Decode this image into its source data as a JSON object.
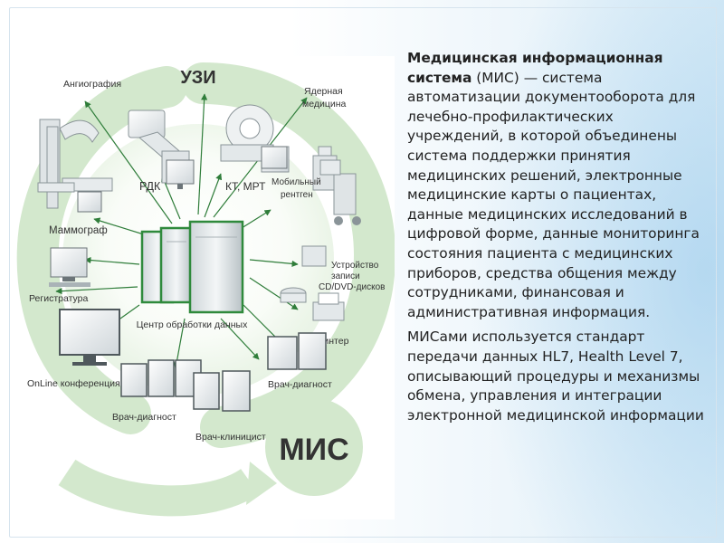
{
  "text": {
    "title": "Медицинская информационная система",
    "para1_rest": " (МИС) — система автоматизации документооборота для лечебно-профилактических учреждений, в которой объединены система поддержки принятия медицинских решений, электронные медицинские карты о пациентах, данные медицинских исследований в цифровой форме, данные мониторинга состояния пациента с медицинских приборов, средства общения между сотрудниками, финансовая и административная информация.",
    "para2": "МИСами используется стандарт передачи данных HL7, Health Level 7, описывающий процедуры и механизмы обмена, управления и интеграции электронной медицинской информации"
  },
  "diagram": {
    "labels": {
      "angiography": "Ангиография",
      "uzi": "УЗИ",
      "nuclear_1": "Ядерная",
      "nuclear_2": "медицина",
      "rdk": "РДК",
      "kt_mrt": "КТ, МРТ",
      "mammograph": "Маммограф",
      "mobile_1": "Мобильный",
      "mobile_2": "рентген",
      "registry": "Регистратура",
      "cd_1": "Устройство",
      "cd_2": "записи",
      "cd_3": "CD/DVD-дисков",
      "center": "Центр обработки данных",
      "printer": "Принтер",
      "online": "OnLine конференция",
      "doctor_diag_right": "Врач-диагност",
      "doctor_diag_left": "Врач-диагност",
      "doctor_clin": "Врач-клиницист",
      "mis": "МИС"
    },
    "colors": {
      "green_band": "#d7ead2",
      "green_arrow": "#2f7d3a",
      "server_outline": "#2f8a3c",
      "label_text": "#333333"
    }
  }
}
